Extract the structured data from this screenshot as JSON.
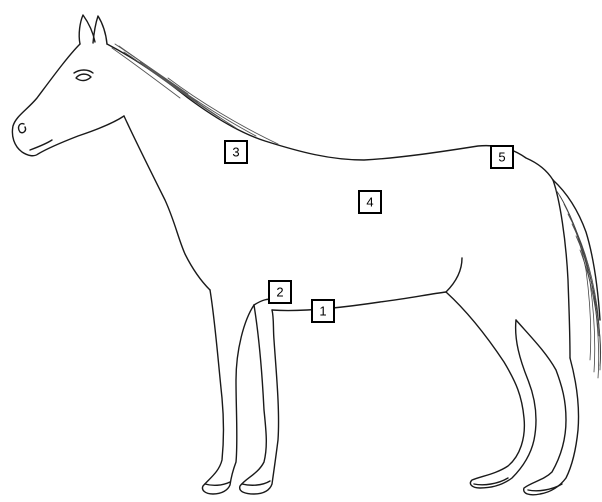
{
  "markers": [
    {
      "id": "1",
      "label": "1"
    },
    {
      "id": "2",
      "label": "2"
    },
    {
      "id": "3",
      "label": "3"
    },
    {
      "id": "4",
      "label": "4"
    },
    {
      "id": "5",
      "label": "5"
    }
  ]
}
